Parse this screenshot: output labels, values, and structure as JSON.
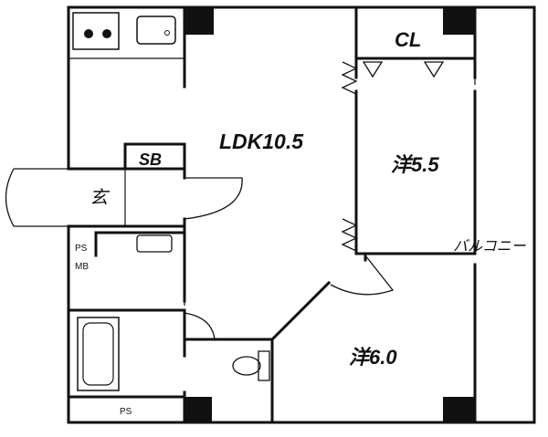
{
  "floor_plan": {
    "rooms": {
      "ldk": "LDK10.5",
      "closet": "CL",
      "western_room_a": "洋5.5",
      "western_room_b": "洋6.0",
      "shoe_box": "SB",
      "entrance": "玄",
      "balcony": "バルコニー",
      "pipe_space_mb": "PS",
      "meter_box": "MB",
      "pipe_space_bottom": "PS"
    }
  }
}
